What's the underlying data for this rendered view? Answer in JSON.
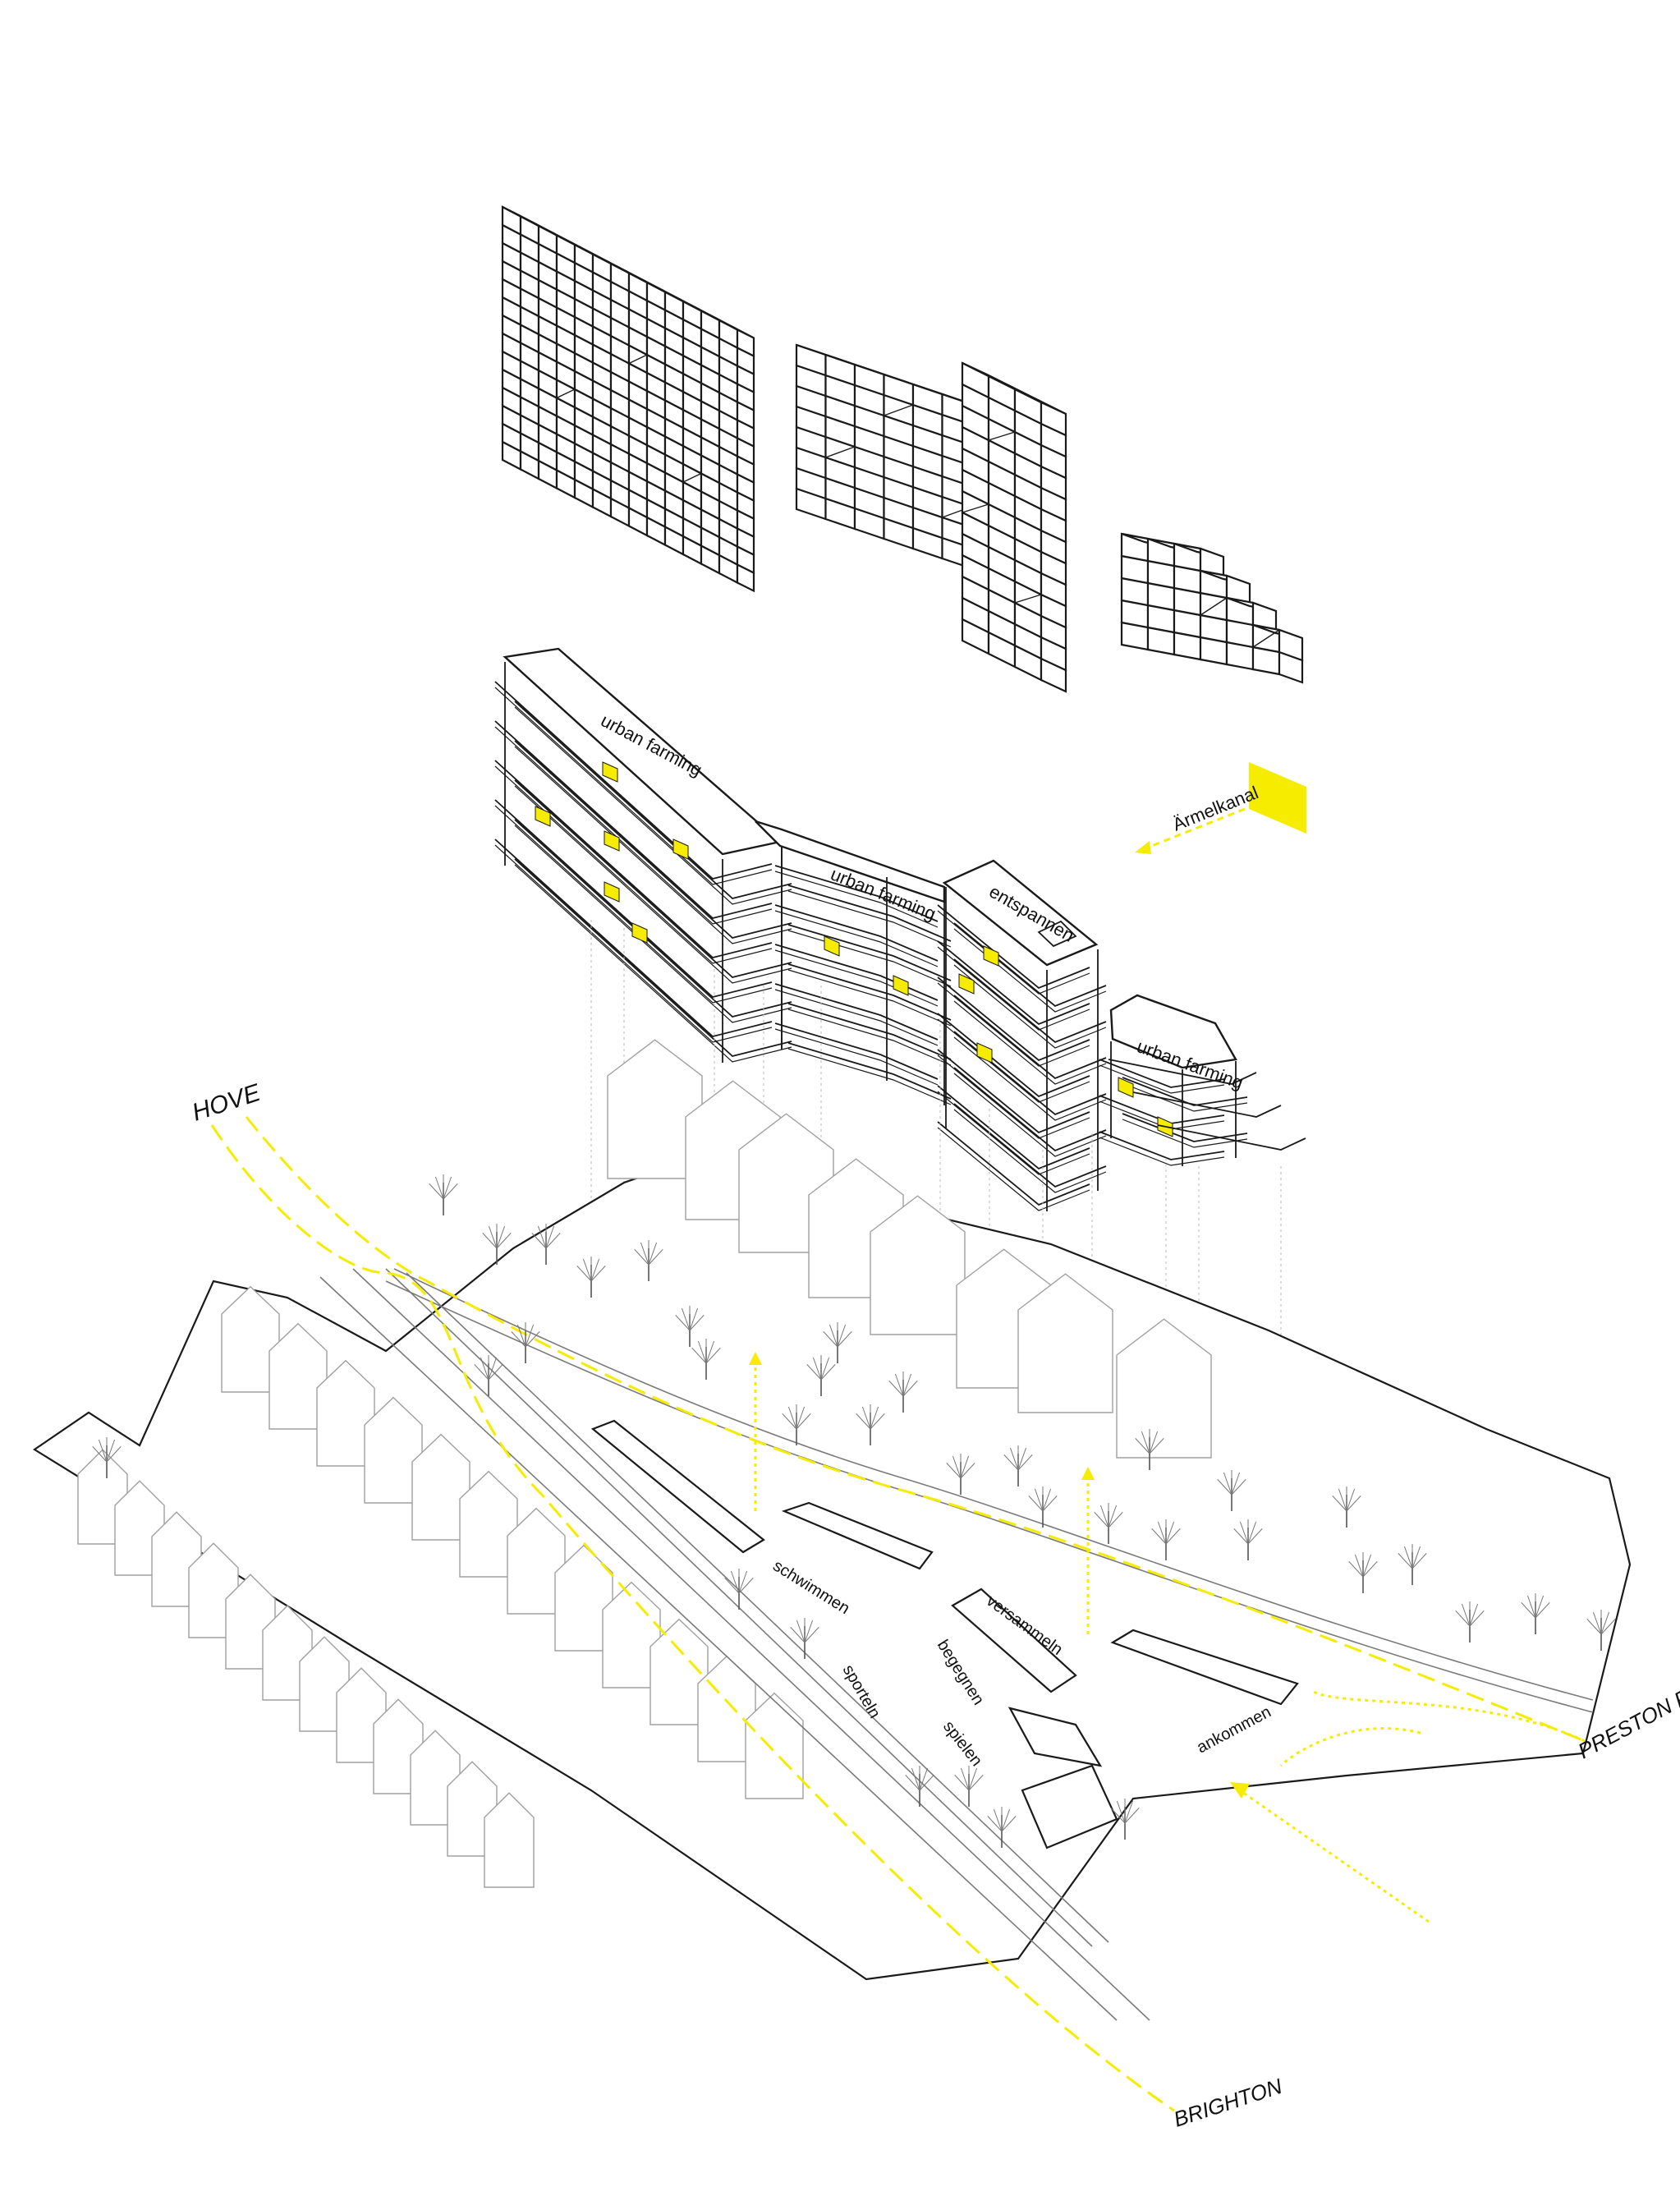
{
  "diagram": {
    "places": {
      "hove": "HOVE",
      "brighton": "BRIGHTON",
      "preston_park": "PRESTON PARK"
    },
    "roof_labels": [
      "urban farming",
      "urban farming",
      "entspannen",
      "urban farming"
    ],
    "ventilation_label": "Ärmelkanal",
    "site_labels": [
      "schwimmen",
      "sporteln",
      "begegnen",
      "spielen",
      "versammeln",
      "ankommen"
    ],
    "colors": {
      "accent": "#f5ec00",
      "line": "#1a1a1a",
      "thin": "#9a9a9a",
      "ground": "#ffffff"
    },
    "layers": [
      "modular-grid-facades",
      "terraced-building-volumes",
      "site-plan-ground"
    ]
  }
}
